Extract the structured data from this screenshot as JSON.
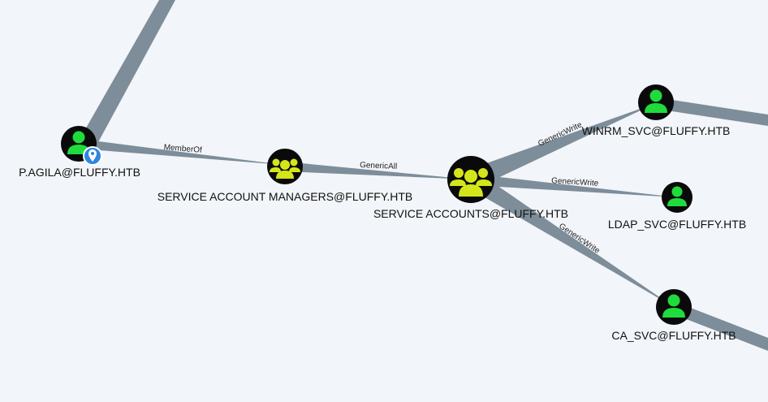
{
  "colors": {
    "background": "#f2f5f9",
    "edge": "#7d8d99",
    "node_bg": "#0a0a0a",
    "user_icon": "#1fdc3c",
    "group_icon": "#d4e61a",
    "pin_badge": "#2f86e0"
  },
  "nodes": [
    {
      "id": "pagila",
      "label": "P.AGILA@FLUFFY.HTB",
      "kind": "user",
      "icon": "user-icon",
      "badge": "location-pin-icon"
    },
    {
      "id": "sam",
      "label": "SERVICE ACCOUNT MANAGERS@FLUFFY.HTB",
      "kind": "group",
      "icon": "group-icon"
    },
    {
      "id": "sa",
      "label": "SERVICE ACCOUNTS@FLUFFY.HTB",
      "kind": "group",
      "icon": "group-icon"
    },
    {
      "id": "winrm",
      "label": "WINRM_SVC@FLUFFY.HTB",
      "kind": "user",
      "icon": "user-icon"
    },
    {
      "id": "ldap",
      "label": "LDAP_SVC@FLUFFY.HTB",
      "kind": "user",
      "icon": "user-icon"
    },
    {
      "id": "ca",
      "label": "CA_SVC@FLUFFY.HTB",
      "kind": "user",
      "icon": "user-icon"
    }
  ],
  "edges": [
    {
      "id": "e1",
      "from": "pagila",
      "to": "sam",
      "label": "MemberOf"
    },
    {
      "id": "e2",
      "from": "sam",
      "to": "sa",
      "label": "GenericAll"
    },
    {
      "id": "e3",
      "from": "sa",
      "to": "winrm",
      "label": "GenericWrite"
    },
    {
      "id": "e4",
      "from": "sa",
      "to": "ldap",
      "label": "GenericWrite"
    },
    {
      "id": "e5",
      "from": "sa",
      "to": "ca",
      "label": "GenericWrite"
    }
  ]
}
